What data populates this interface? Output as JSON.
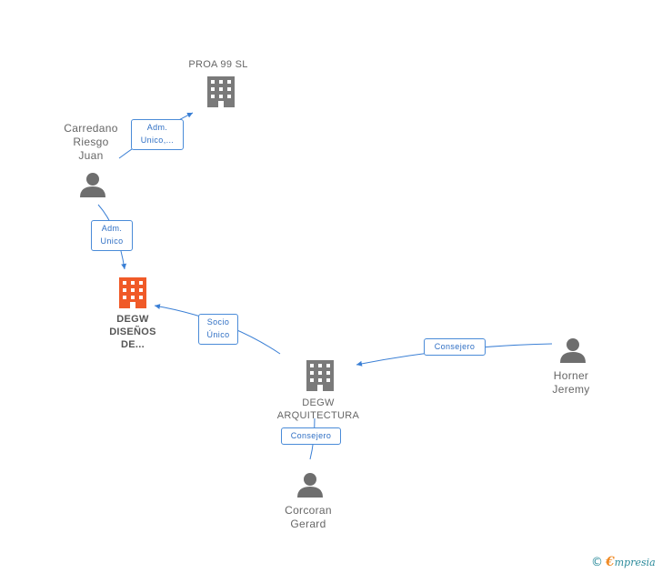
{
  "colors": {
    "edge": "#3a7fd5",
    "building": "#7a7a7a",
    "focus_building": "#f05a28",
    "person": "#6e6e6e"
  },
  "nodes": {
    "proa": {
      "label": "PROA 99 SL",
      "icon": "building-icon"
    },
    "carredano": {
      "label": "Carredano\nRiesgo\nJuan",
      "icon": "person-icon"
    },
    "degw_disenos": {
      "label": "DEGW\nDISEÑOS\nDE...",
      "icon": "building-icon"
    },
    "degw_arq": {
      "label": "DEGW\nARQUITECTURA\n...",
      "icon": "building-icon"
    },
    "horner": {
      "label": "Horner\nJeremy",
      "icon": "person-icon"
    },
    "corcoran": {
      "label": "Corcoran\nGerard",
      "icon": "person-icon"
    }
  },
  "edges": {
    "carredano_proa": "Adm.\nUnico,...",
    "carredano_disenos": "Adm.\nUnico",
    "arq_disenos": "Socio\nÚnico",
    "horner_arq": "Consejero",
    "corcoran_arq": "Consejero"
  },
  "footer": {
    "copyright": "©",
    "brand_initial": "€",
    "brand_rest": "mpresia"
  }
}
